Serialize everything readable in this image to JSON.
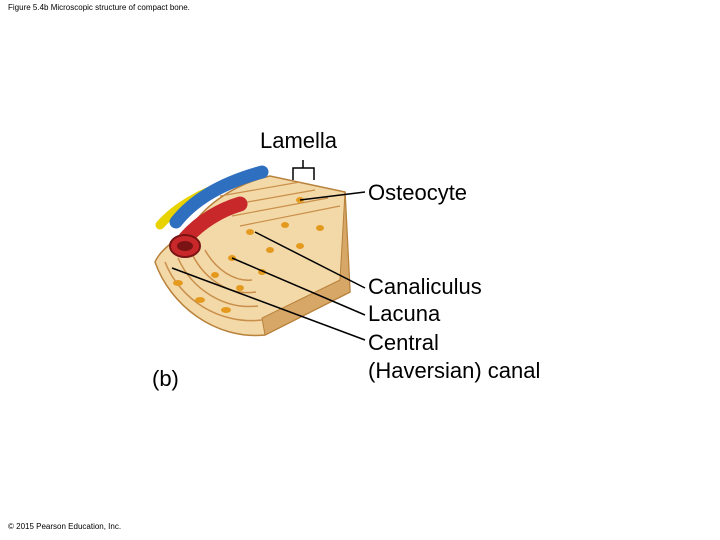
{
  "figure_caption": "Figure 5.4b Microscopic structure of compact bone.",
  "copyright": "© 2015 Pearson Education, Inc.",
  "panel_letter": "(b)",
  "labels": {
    "lamella": "Lamella",
    "osteocyte": "Osteocyte",
    "canaliculus": "Canaliculus",
    "lacuna": "Lacuna",
    "central_canal_line1": "Central",
    "central_canal_line2": "(Haversian) canal"
  },
  "colors": {
    "bone": "#f3d8a8",
    "bone_dark": "#c98f4a",
    "lacuna": "#e49a1e",
    "artery": "#c8282a",
    "vein": "#2f6fc0",
    "nerve": "#f0e020",
    "leader_line": "#000000"
  }
}
